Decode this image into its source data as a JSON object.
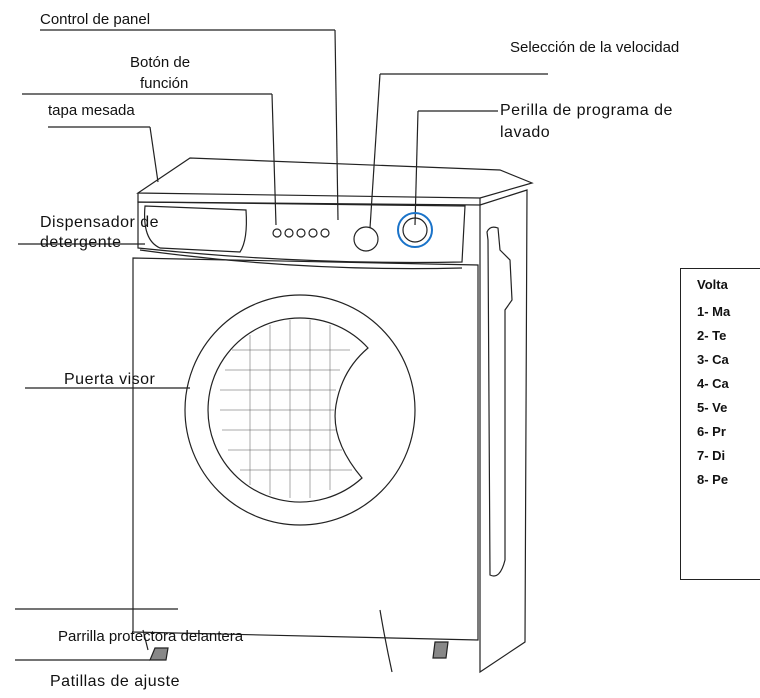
{
  "labels": {
    "control_panel": "Control de panel",
    "function_button_line1": "Botón de",
    "function_button_line2": "función",
    "top_cover": "tapa mesada",
    "dispenser_line1": "Dispensador de",
    "dispenser_line2": "detergente",
    "door": "Puerta visor",
    "front_grill": "Parrilla protectora delantera",
    "feet": "Patillas de ajuste",
    "speed_selection": "Selección de la velocidad",
    "program_knob_line1": "Perilla de programa de",
    "program_knob_line2": "lavado"
  },
  "spec_box": {
    "title": "Volta",
    "items": [
      "1- Ma",
      "2- Te",
      "3- Ca",
      "4- Ca",
      "5- Ve",
      "6-  Pr",
      "7-  Di",
      "8-  Pe"
    ]
  }
}
